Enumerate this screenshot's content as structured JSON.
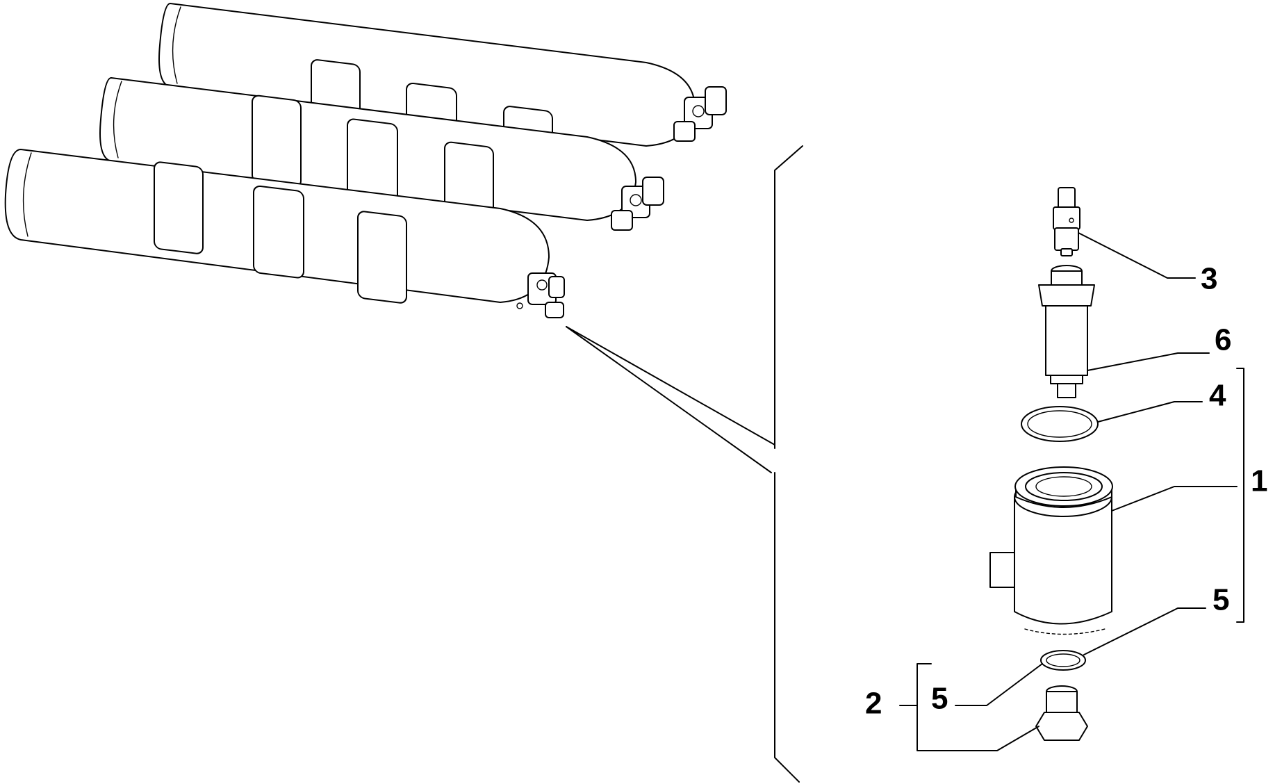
{
  "callouts": [
    {
      "id": "3",
      "label": "3"
    },
    {
      "id": "6",
      "label": "6"
    },
    {
      "id": "4",
      "label": "4"
    },
    {
      "id": "1",
      "label": "1"
    },
    {
      "id": "5a",
      "label": "5"
    },
    {
      "id": "2",
      "label": "2"
    },
    {
      "id": "5b",
      "label": "5"
    }
  ]
}
